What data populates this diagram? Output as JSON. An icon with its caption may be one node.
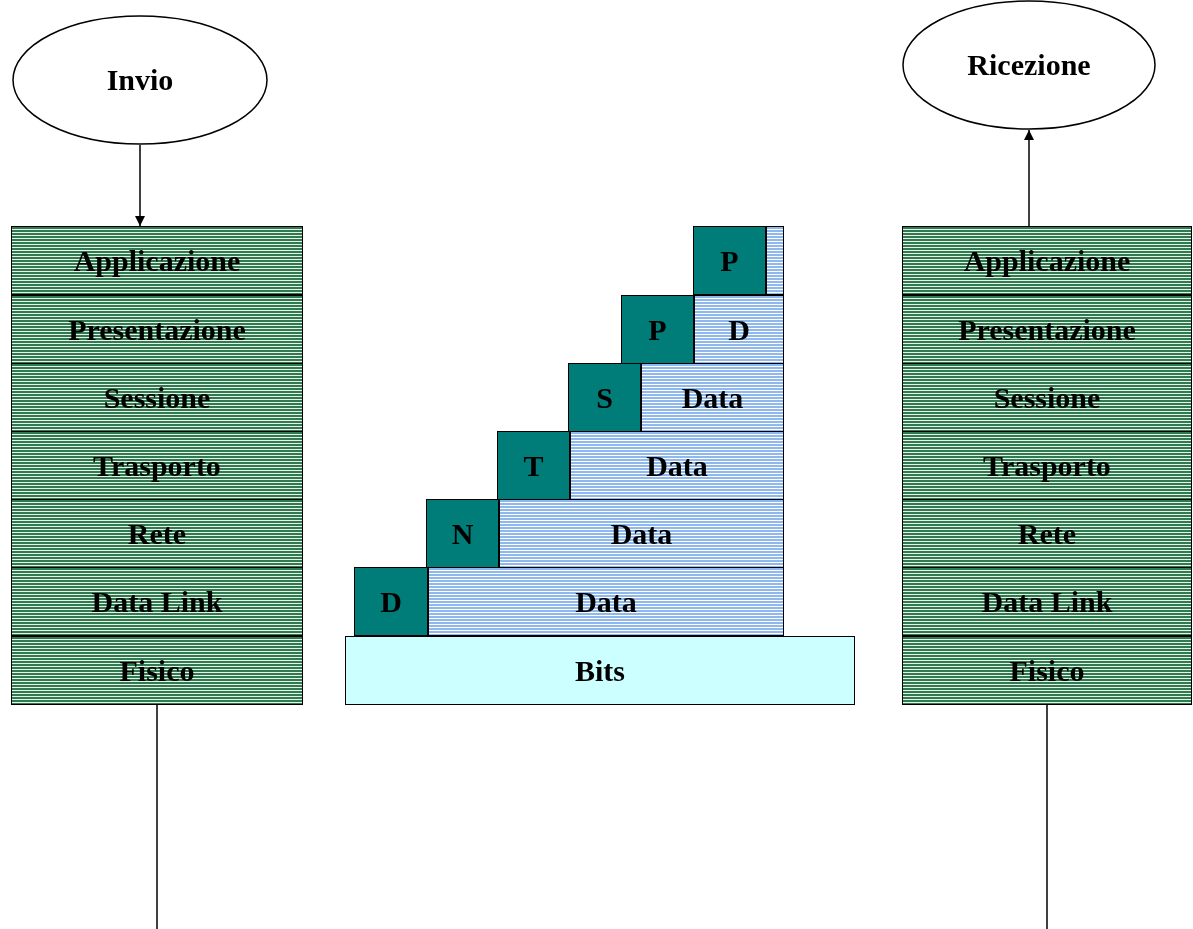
{
  "diagram": {
    "nodes": [
      {
        "text": [
          "Invio"
        ]
      },
      {
        "text": [
          "Ricezione"
        ]
      },
      {
        "text": [
          "Applicazione"
        ]
      },
      {
        "text": [
          "Presentazione"
        ]
      },
      {
        "text": [
          "Sessione"
        ]
      },
      {
        "text": [
          "Trasporto"
        ]
      },
      {
        "text": [
          "Rete"
        ]
      },
      {
        "text": [
          "Data Link"
        ]
      },
      {
        "text": [
          "Fisico"
        ]
      },
      {
        "text": [
          "P"
        ]
      },
      {
        "text": [],
        "shape": "box"
      },
      {
        "text": [
          "P"
        ]
      },
      {
        "text": [
          "D"
        ]
      },
      {
        "text": [
          "S"
        ]
      },
      {
        "text": [
          "Data"
        ]
      },
      {
        "text": [
          "T"
        ]
      },
      {
        "text": [
          "Data"
        ]
      },
      {
        "text": [
          "N"
        ]
      },
      {
        "text": [
          "Data"
        ]
      },
      {
        "text": [
          "D"
        ]
      },
      {
        "text": [
          "Data"
        ]
      },
      {
        "text": [
          "Bits"
        ]
      },
      {
        "text": [
          "Applicazione"
        ]
      },
      {
        "text": [
          "Presentazione"
        ]
      },
      {
        "text": [
          "Sessione"
        ]
      },
      {
        "text": [
          "Trasporto"
        ]
      },
      {
        "text": [
          "Rete"
        ]
      },
      {
        "text": [
          "Data Link"
        ]
      },
      {
        "text": [
          "Fisico"
        ]
      }
    ],
    "edges": [
      {
        "from": 0,
        "to": 2,
        "arrow": "to"
      },
      {
        "from": 22,
        "to": 1,
        "arrow": "to"
      },
      {
        "from": 8,
        "to": null,
        "arrow": "none"
      },
      {
        "from": 28,
        "to": null,
        "arrow": "none"
      }
    ]
  }
}
